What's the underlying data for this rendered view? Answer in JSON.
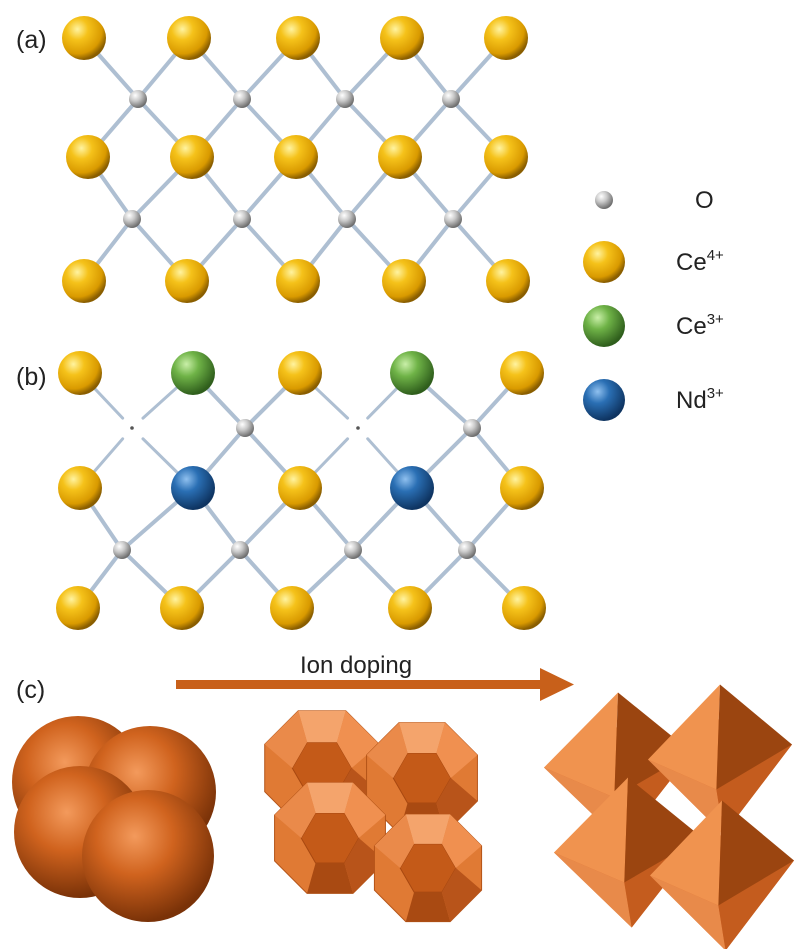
{
  "panels": {
    "a": "(a)",
    "b": "(b)",
    "c": "(c)"
  },
  "legend": {
    "items": [
      {
        "key": "oxygen",
        "label": "O",
        "superscript": ""
      },
      {
        "key": "ce4",
        "label": "Ce",
        "superscript": "4+"
      },
      {
        "key": "ce3",
        "label": "Ce",
        "superscript": "3+"
      },
      {
        "key": "nd3",
        "label": "Nd",
        "superscript": "3+"
      }
    ]
  },
  "arrow": {
    "label": "Ion doping"
  },
  "morphologies": [
    "sphere",
    "truncated-octahedron",
    "octahedron"
  ],
  "colors": {
    "ce4": "#f2b705",
    "ce3": "#5c9e3a",
    "nd3": "#1f5fa0",
    "oxygen": "#bdbdbd",
    "bond": "#aebfd2",
    "particle": "#c8601a",
    "arrow": "#c8601a"
  }
}
